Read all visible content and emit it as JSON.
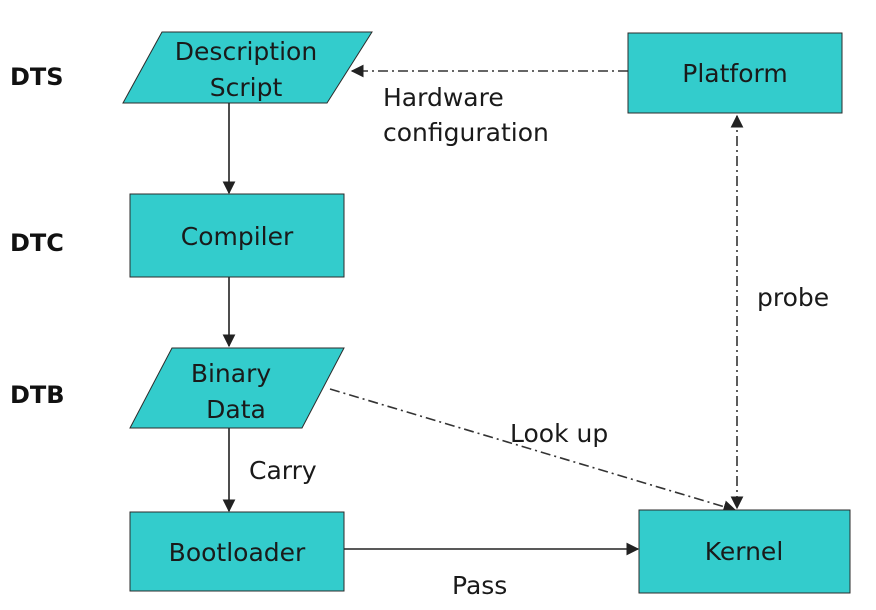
{
  "side_labels": {
    "dts": "DTS",
    "dtc": "DTC",
    "dtb": "DTB"
  },
  "nodes": {
    "description_script": {
      "line1": "Description",
      "line2": "Script"
    },
    "platform": {
      "label": "Platform"
    },
    "compiler": {
      "label": "Compiler"
    },
    "binary_data": {
      "line1": "Binary",
      "line2": "Data"
    },
    "bootloader": {
      "label": "Bootloader"
    },
    "kernel": {
      "label": "Kernel"
    }
  },
  "edge_labels": {
    "hardware_line1": "Hardware",
    "hardware_line2": "configuration",
    "probe": "probe",
    "look_up": "Look up",
    "carry": "Carry",
    "pass": "Pass"
  },
  "colors": {
    "node_fill": "#33cccc",
    "node_stroke": "#2b2b2b"
  }
}
